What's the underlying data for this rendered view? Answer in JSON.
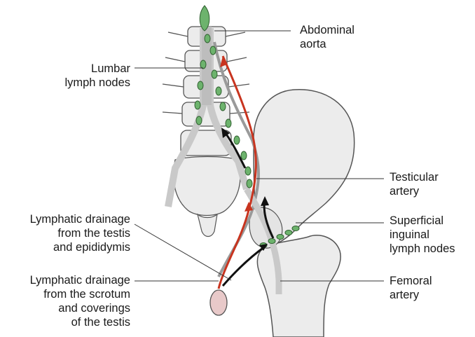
{
  "labels": {
    "abdominal_aorta": "Abdominal\naorta",
    "lumbar_lymph_nodes": "Lumbar\nlymph nodes",
    "testicular_artery": "Testicular\nartery",
    "superficial_inguinal_lymph_nodes": "Superficial\ninguinal\nlymph nodes",
    "lymphatic_drainage_testis": "Lymphatic drainage\nfrom the testis\nand epididymis",
    "lymphatic_drainage_scrotum": "Lymphatic drainage\nfrom the scrotum\nand coverings\nof the testis",
    "femoral_artery": "Femoral\nartery"
  },
  "colors": {
    "bone": "#ececec",
    "bone_outline": "#555555",
    "vessel": "#c9c9c9",
    "lymph_node": "#6db36d",
    "lymph_node_outline": "#2f5f2f",
    "arrow_red": "#c8341f",
    "arrow_black": "#111111",
    "leader_line": "#333333"
  }
}
